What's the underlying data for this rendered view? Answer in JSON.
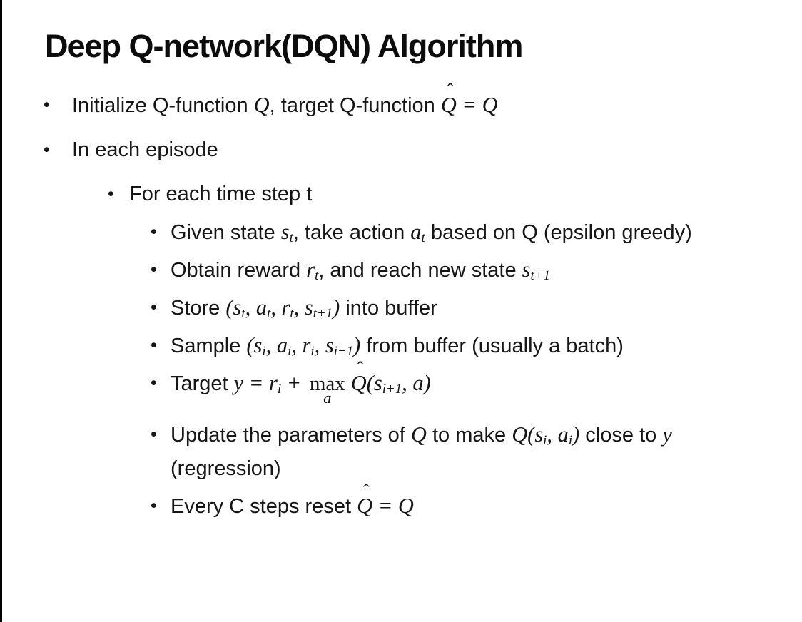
{
  "slide": {
    "title": "Deep Q-network(DQN) Algorithm",
    "colors": {
      "background": "#ffffff",
      "text": "#161616",
      "title": "#0c0c0c",
      "left_border": "#000000"
    },
    "bullets": [
      {
        "level": 1,
        "segments": [
          {
            "t": "Initialize Q-function "
          },
          {
            "m": "Q"
          },
          {
            "t": ", target Q-function "
          },
          {
            "hat": "Q"
          },
          {
            "m": " = Q"
          }
        ]
      },
      {
        "level": 1,
        "segments": [
          {
            "t": "In each episode"
          }
        ]
      },
      {
        "level": 2,
        "segments": [
          {
            "t": "For each time step t"
          }
        ]
      },
      {
        "level": 3,
        "segments": [
          {
            "t": "Given state "
          },
          {
            "v": "s",
            "sub": "t"
          },
          {
            "t": ", take action "
          },
          {
            "v": "a",
            "sub": "t"
          },
          {
            "t": " based on Q (epsilon greedy)"
          }
        ]
      },
      {
        "level": 3,
        "segments": [
          {
            "t": "Obtain reward "
          },
          {
            "v": "r",
            "sub": "t"
          },
          {
            "t": ", and reach new state "
          },
          {
            "v": "s",
            "sub": "t+1"
          }
        ]
      },
      {
        "level": 3,
        "segments": [
          {
            "t": "Store "
          },
          {
            "m": "("
          },
          {
            "v": "s",
            "sub": "t"
          },
          {
            "m": ", "
          },
          {
            "v": "a",
            "sub": "t"
          },
          {
            "m": ", "
          },
          {
            "v": "r",
            "sub": "t"
          },
          {
            "m": ", "
          },
          {
            "v": "s",
            "sub": "t+1"
          },
          {
            "m": ")"
          },
          {
            "t": " into buffer"
          }
        ]
      },
      {
        "level": 3,
        "segments": [
          {
            "t": "Sample "
          },
          {
            "m": "("
          },
          {
            "v": "s",
            "sub": "i"
          },
          {
            "m": ", "
          },
          {
            "v": "a",
            "sub": "i"
          },
          {
            "m": ", "
          },
          {
            "v": "r",
            "sub": "i"
          },
          {
            "m": ", "
          },
          {
            "v": "s",
            "sub": "i+1"
          },
          {
            "m": ")"
          },
          {
            "t": " from buffer (usually a batch)"
          }
        ]
      },
      {
        "level": 3,
        "segments": [
          {
            "t": "Target "
          },
          {
            "m": "y = "
          },
          {
            "v": "r",
            "sub": "i"
          },
          {
            "m": " + "
          },
          {
            "op": "max",
            "under": "a"
          },
          {
            "hat": "Q"
          },
          {
            "m": "("
          },
          {
            "v": "s",
            "sub": "i+1"
          },
          {
            "m": ", a)"
          }
        ]
      },
      {
        "level": 3,
        "segments": [
          {
            "t": "Update the parameters of "
          },
          {
            "m": "Q"
          },
          {
            "t": " to make "
          },
          {
            "m": "Q("
          },
          {
            "v": "s",
            "sub": "i"
          },
          {
            "m": ", "
          },
          {
            "v": "a",
            "sub": "i"
          },
          {
            "m": ")"
          },
          {
            "t": " close to "
          },
          {
            "m": "y"
          },
          {
            "t": " (regression)"
          }
        ]
      },
      {
        "level": 3,
        "segments": [
          {
            "t": "Every C steps reset "
          },
          {
            "hat": "Q"
          },
          {
            "m": " = Q"
          }
        ]
      }
    ]
  }
}
